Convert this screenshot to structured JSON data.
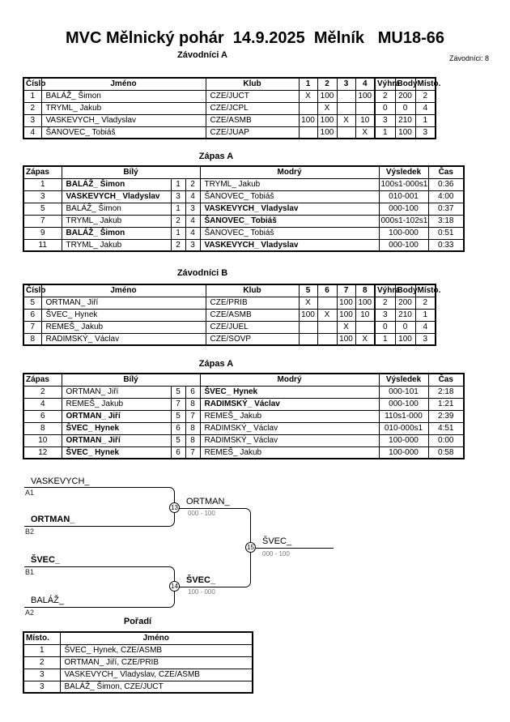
{
  "title": "MVC Mělnický pohár  14.9.2025  Mělník   MU18-66",
  "meta": {
    "competitors": "Závodníci: 8"
  },
  "sections": {
    "roster_a": "Závodníci A",
    "matches_a": "Zápas A",
    "roster_b": "Závodníci B",
    "matches_b": "Zápas A",
    "standings": "Pořadí"
  },
  "roster_headers": {
    "cislo": "Číslo",
    "jmeno": "Jméno",
    "klub": "Klub",
    "vyhra": "Výhra",
    "body": "Body",
    "misto": "Místo."
  },
  "roster_a": {
    "grid_cols": [
      "1",
      "2",
      "3",
      "4"
    ],
    "rows": [
      {
        "cislo": "1",
        "jmeno": "BALÁŽ_ Šimon",
        "klub": "CZE/JUCT",
        "g1": "X",
        "g2": "100",
        "g3": "",
        "g4": "100",
        "vyhra": "2",
        "body": "200",
        "misto": "2"
      },
      {
        "cislo": "2",
        "jmeno": "TRYML_ Jakub",
        "klub": "CZE/JCPL",
        "g1": "",
        "g2": "X",
        "g3": "",
        "g4": "",
        "vyhra": "0",
        "body": "0",
        "misto": "4"
      },
      {
        "cislo": "3",
        "jmeno": "VASKEVYCH_ Vladyslav",
        "klub": "CZE/ASMB",
        "g1": "100",
        "g2": "100",
        "g3": "X",
        "g4": "10",
        "vyhra": "3",
        "body": "210",
        "misto": "1"
      },
      {
        "cislo": "4",
        "jmeno": "ŠANOVEC_ Tobiáš",
        "klub": "CZE/JUAP",
        "g1": "",
        "g2": "100",
        "g3": "",
        "g4": "X",
        "vyhra": "1",
        "body": "100",
        "misto": "3"
      }
    ]
  },
  "roster_b": {
    "grid_cols": [
      "5",
      "6",
      "7",
      "8"
    ],
    "rows": [
      {
        "cislo": "5",
        "jmeno": "ORTMAN_ Jiří",
        "klub": "CZE/PRIB",
        "g1": "X",
        "g2": "",
        "g3": "100",
        "g4": "100",
        "vyhra": "2",
        "body": "200",
        "misto": "2"
      },
      {
        "cislo": "6",
        "jmeno": "ŠVEC_ Hynek",
        "klub": "CZE/ASMB",
        "g1": "100",
        "g2": "X",
        "g3": "100",
        "g4": "10",
        "vyhra": "3",
        "body": "210",
        "misto": "1"
      },
      {
        "cislo": "7",
        "jmeno": "REMEŠ_ Jakub",
        "klub": "CZE/JUEL",
        "g1": "",
        "g2": "",
        "g3": "X",
        "g4": "",
        "vyhra": "0",
        "body": "0",
        "misto": "4"
      },
      {
        "cislo": "8",
        "jmeno": "RADIMSKÝ_ Václav",
        "klub": "CZE/SOVP",
        "g1": "",
        "g2": "",
        "g3": "100",
        "g4": "X",
        "vyhra": "1",
        "body": "100",
        "misto": "3"
      }
    ]
  },
  "match_headers": {
    "zapas": "Zápas",
    "bily": "Bílý",
    "modry": "Modrý",
    "vysledek": "Výsledek",
    "cas": "Čas"
  },
  "matches_a": {
    "rows": [
      {
        "zapas": "1",
        "bily": "BALÁŽ_ Šimon",
        "nb": "1",
        "nm": "2",
        "modry": "TRYML_ Jakub",
        "vysledek": "100s1-000s1",
        "cas": "0:36"
      },
      {
        "zapas": "3",
        "bily": "VASKEVYCH_ Vladyslav",
        "nb": "3",
        "nm": "4",
        "modry": "ŠANOVEC_ Tobiáš",
        "vysledek": "010-001",
        "cas": "4:00"
      },
      {
        "zapas": "5",
        "bily": "BALÁŽ_ Šimon",
        "nb": "1",
        "nm": "3",
        "modry": "VASKEVYCH_ Vladyslav",
        "vysledek": "000-100",
        "cas": "0:37"
      },
      {
        "zapas": "7",
        "bily": "TRYML_ Jakub",
        "nb": "2",
        "nm": "4",
        "modry": "ŠANOVEC_ Tobiáš",
        "vysledek": "000s1-102s1",
        "cas": "3:18"
      },
      {
        "zapas": "9",
        "bily": "BALÁŽ_ Šimon",
        "nb": "1",
        "nm": "4",
        "modry": "ŠANOVEC_ Tobiáš",
        "vysledek": "100-000",
        "cas": "0:51"
      },
      {
        "zapas": "11",
        "bily": "TRYML_ Jakub",
        "nb": "2",
        "nm": "3",
        "modry": "VASKEVYCH_ Vladyslav",
        "vysledek": "000-100",
        "cas": "0:33"
      }
    ]
  },
  "matches_b": {
    "rows": [
      {
        "zapas": "2",
        "bily": "ORTMAN_ Jiří",
        "nb": "5",
        "nm": "6",
        "modry": "ŠVEC_ Hynek",
        "vysledek": "000-101",
        "cas": "2:18"
      },
      {
        "zapas": "4",
        "bily": "REMEŠ_ Jakub",
        "nb": "7",
        "nm": "8",
        "modry": "RADIMSKÝ_ Václav",
        "vysledek": "000-100",
        "cas": "1:21"
      },
      {
        "zapas": "6",
        "bily": "ORTMAN_ Jiří",
        "nb": "5",
        "nm": "7",
        "modry": "REMEŠ_ Jakub",
        "vysledek": "110s1-000",
        "cas": "2:39"
      },
      {
        "zapas": "8",
        "bily": "ŠVEC_ Hynek",
        "nb": "6",
        "nm": "8",
        "modry": "RADIMSKÝ_ Václav",
        "vysledek": "010-000s1",
        "cas": "4:51"
      },
      {
        "zapas": "10",
        "bily": "ORTMAN_ Jiří",
        "nb": "5",
        "nm": "8",
        "modry": "RADIMSKÝ_ Václav",
        "vysledek": "100-000",
        "cas": "0:00"
      },
      {
        "zapas": "12",
        "bily": "ŠVEC_ Hynek",
        "nb": "6",
        "nm": "7",
        "modry": "REMEŠ_ Jakub",
        "vysledek": "100-000",
        "cas": "0:58"
      }
    ]
  },
  "bracket": {
    "slot1": {
      "name": "VASKEVYCH_",
      "seed": "A1"
    },
    "slot2": {
      "name": "ORTMAN_",
      "seed": "B2"
    },
    "slot3": {
      "name": "ŠVEC_",
      "seed": "B1"
    },
    "slot4": {
      "name": "BALÁŽ_",
      "seed": "A2"
    },
    "semi1": {
      "num": "13",
      "winner": "ORTMAN_",
      "score": "000 - 100"
    },
    "semi2": {
      "num": "14",
      "winner": "ŠVEC_",
      "score": "100 - 000"
    },
    "final": {
      "num": "15",
      "winner": "ŠVEC_",
      "score": "000 - 100"
    }
  },
  "standings_headers": {
    "misto": "Místo.",
    "jmeno": "Jméno"
  },
  "standings": {
    "rows": [
      {
        "misto": "1",
        "jmeno": "ŠVEC_ Hynek, CZE/ASMB"
      },
      {
        "misto": "2",
        "jmeno": "ORTMAN_ Jiří, CZE/PRIB"
      },
      {
        "misto": "3",
        "jmeno": "VASKEVYCH_ Vladyslav, CZE/ASMB"
      },
      {
        "misto": "3",
        "jmeno": "BALÁŽ_ Šimon, CZE/JUCT"
      }
    ]
  }
}
